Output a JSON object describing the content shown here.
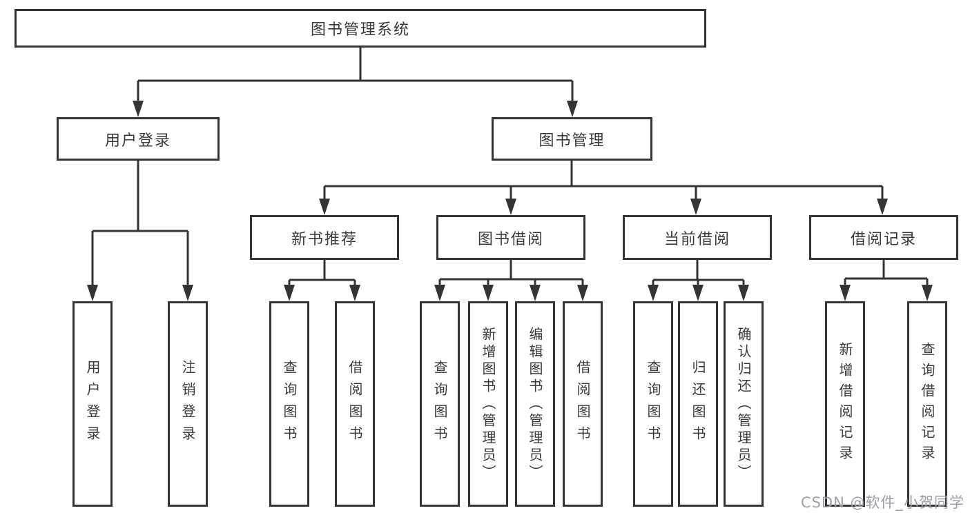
{
  "diagram": {
    "title": "图书管理系统",
    "root": {
      "label": "图书管理系统"
    },
    "level1": [
      {
        "id": "user-login",
        "label": "用户登录"
      },
      {
        "id": "book-mgmt",
        "label": "图书管理"
      }
    ],
    "level2": [
      {
        "id": "new-book-recommend",
        "label": "新书推荐"
      },
      {
        "id": "book-borrow",
        "label": "图书借阅"
      },
      {
        "id": "current-borrow",
        "label": "当前借阅"
      },
      {
        "id": "borrow-record",
        "label": "借阅记录"
      }
    ],
    "leaves": {
      "user_login": [
        {
          "label": "用户登录"
        },
        {
          "label": "注销登录"
        }
      ],
      "new_book": [
        {
          "label": "查询图书"
        },
        {
          "label": "借阅图书"
        }
      ],
      "book_borrow": [
        {
          "label": "查询图书"
        },
        {
          "label": "新增图书（管理员）"
        },
        {
          "label": "编辑图书（管理员）"
        },
        {
          "label": "借阅图书"
        }
      ],
      "current_borrow": [
        {
          "label": "查询图书"
        },
        {
          "label": "归还图书"
        },
        {
          "label": "确认归还（管理员）"
        }
      ],
      "borrow_record": [
        {
          "label": "新增借阅记录"
        },
        {
          "label": "查询借阅记录"
        }
      ]
    },
    "colors": {
      "line": "#343434",
      "text": "#3a3a3a",
      "background": "#ffffff",
      "watermark": "#8d8d96"
    },
    "watermark": "CSDN @软件_小贺同学"
  }
}
